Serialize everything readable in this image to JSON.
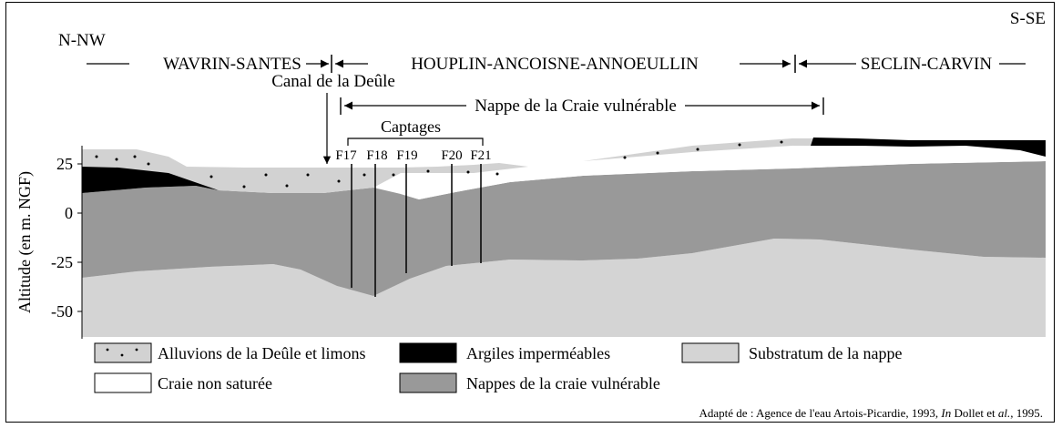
{
  "orientation": {
    "left": "N-NW",
    "right": "S-SE"
  },
  "zones": {
    "wavrin": "WAVRIN-SANTES",
    "houplin": "HOUPLIN-ANCOISNE-ANNOEULLIN",
    "seclin": "SECLIN-CARVIN"
  },
  "canal_label": "Canal de la Deûle",
  "nappe_label": "Nappe de la Craie vulnérable",
  "captages_label": "Captages",
  "wells": [
    "F17",
    "F18",
    "F19",
    "F20",
    "F21"
  ],
  "y_axis": {
    "label": "Altitude (en m. NGF)",
    "ticks": [
      "25",
      "0",
      "-25",
      "-50"
    ]
  },
  "legend": {
    "alluvions": "Alluvions de la Deûle et limons",
    "argiles": "Argiles imperméables",
    "substratum": "Substratum de la nappe",
    "craie_non_saturee": "Craie non saturée",
    "nappes": "Nappes de la craie vulnérable"
  },
  "colors": {
    "alluvions": "#d2d2d2",
    "argiles": "#000000",
    "substratum": "#d4d4d4",
    "craie_non_saturee": "#ffffff",
    "nappes": "#999999"
  },
  "source": {
    "prefix": "Adapté de : Agence de l'eau Artois-Picardie, 1993, ",
    "in": "In",
    "middle": " Dollet et ",
    "al": "al.",
    "suffix": ", 1995."
  }
}
